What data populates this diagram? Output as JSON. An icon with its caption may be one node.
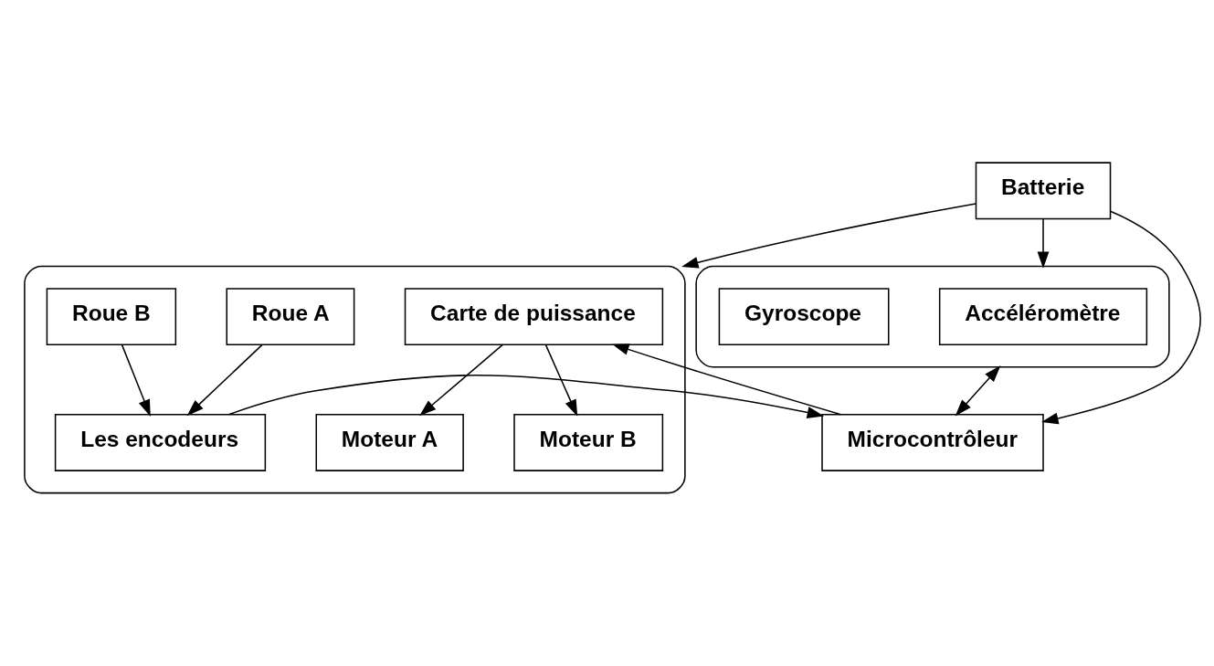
{
  "diagram": {
    "nodes": [
      {
        "text": [
          "Batterie"
        ]
      },
      {
        "text": [],
        "shape": "box"
      },
      {
        "text": [
          "Accéléromètre"
        ],
        "in": 1
      },
      {
        "text": [
          "Gyroscope"
        ],
        "in": 1
      },
      {
        "text": [],
        "shape": "box"
      },
      {
        "text": [
          "Carte de puissance"
        ],
        "in": 4
      },
      {
        "text": [
          "Moteur A"
        ],
        "in": 4
      },
      {
        "text": [
          "Roue A"
        ],
        "in": 4
      },
      {
        "text": [
          "Moteur B"
        ],
        "in": 4
      },
      {
        "text": [
          "Roue B"
        ],
        "in": 4
      },
      {
        "text": [
          "Les encodeurs"
        ],
        "in": 4
      },
      {
        "text": [
          "Microcontrôleur"
        ]
      }
    ],
    "edges": [
      {
        "from": 0,
        "to": 11,
        "arrow": "to"
      },
      {
        "from": 0,
        "to": 1,
        "arrow": "to"
      },
      {
        "from": 0,
        "to": 4,
        "arrow": "to"
      },
      {
        "from": 1,
        "to": 11,
        "arrow": "both"
      },
      {
        "from": 11,
        "to": 5,
        "arrow": "to"
      },
      {
        "from": 5,
        "to": 6,
        "arrow": "to"
      },
      {
        "from": 5,
        "to": 8,
        "arrow": "to"
      },
      {
        "from": 7,
        "to": 10,
        "arrow": "to"
      },
      {
        "from": 9,
        "to": 10,
        "arrow": "to"
      },
      {
        "from": 10,
        "to": 11,
        "arrow": "to"
      }
    ]
  }
}
